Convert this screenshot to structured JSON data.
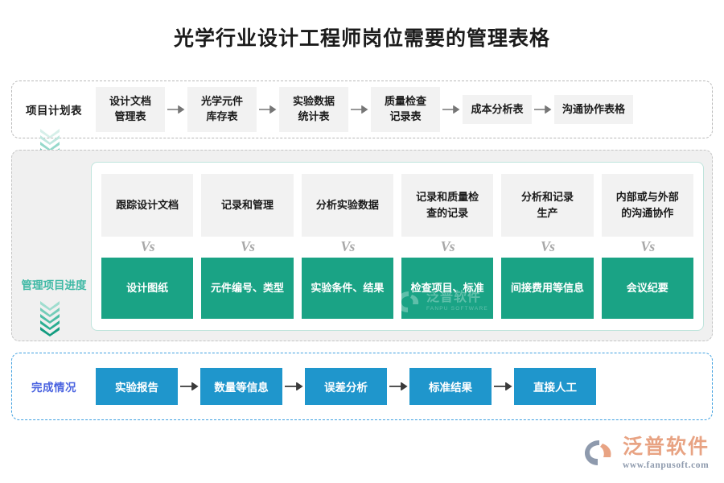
{
  "page": {
    "title": "光学行业设计工程师岗位需要的管理表格"
  },
  "row_plan": {
    "label": "项目计划表",
    "steps": [
      {
        "text": "设计文档\n管理表"
      },
      {
        "text": "光学元件\n库存表"
      },
      {
        "text": "实验数据\n统计表"
      },
      {
        "text": "质量检查\n记录表"
      },
      {
        "text": "成本分析表"
      },
      {
        "text": "沟通协作表格"
      }
    ]
  },
  "row_progress": {
    "label": "管理项目进度",
    "vs_mark": "Vs",
    "columns": [
      {
        "task": "跟踪设计文档",
        "output": "设计图纸"
      },
      {
        "task": "记录和管理",
        "output": "元件编号、类型"
      },
      {
        "task": "分析实验数据",
        "output": "实验条件、结果"
      },
      {
        "task": "记录和质量检\n查的记录",
        "output": "检查项目、标准"
      },
      {
        "task": "分析和记录\n生产",
        "output": "间接费用等信息"
      },
      {
        "task": "内部或与外部\n的沟通协作",
        "output": "会议纪要"
      }
    ]
  },
  "row_done": {
    "label": "完成情况",
    "steps": [
      {
        "text": "实验报告"
      },
      {
        "text": "数量等信息"
      },
      {
        "text": "误差分析"
      },
      {
        "text": "标准结果"
      },
      {
        "text": "直接人工"
      }
    ]
  },
  "watermark": {
    "cn": "泛普软件",
    "en": "FANPU SOFTWARE"
  },
  "brand": {
    "cn": "泛普软件",
    "url": "www.fanpusoft.com"
  },
  "colors": {
    "green": "#1aa385",
    "blue": "#1f96cc",
    "teal_label": "#3fb9a5",
    "purple_label": "#4a63e0",
    "gray_chip": "#f2f2f2",
    "brand_orange": "#e8a383",
    "brand_gray": "#8e9aad"
  }
}
